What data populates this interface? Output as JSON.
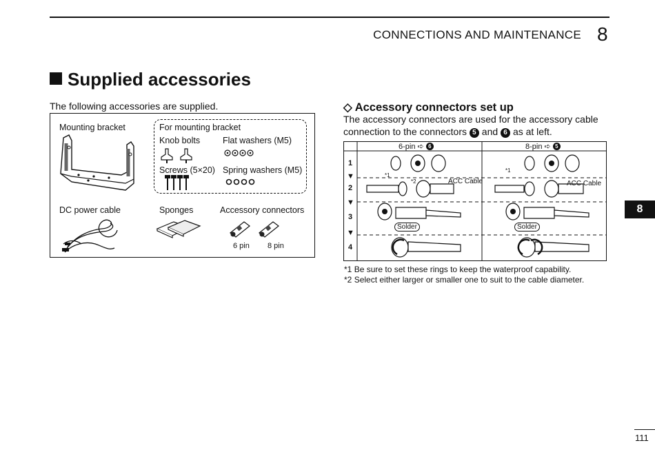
{
  "header": {
    "chapter_title": "CONNECTIONS AND MAINTENANCE",
    "chapter_number": "8"
  },
  "section": {
    "title": "Supplied accessories",
    "intro": "The following accessories are supplied."
  },
  "accessories": {
    "mounting_bracket": "Mounting bracket",
    "for_mounting_bracket": "For mounting bracket",
    "knob_bolts": "Knob bolts",
    "flat_washers": "Flat washers (M5)",
    "screws": "Screws (5×20)",
    "spring_washers": "Spring washers (M5)",
    "dc_power_cable": "DC power cable",
    "sponges": "Sponges",
    "accessory_connectors": "Accessory connectors",
    "pin6": "6 pin",
    "pin8": "8 pin"
  },
  "connector_setup": {
    "title": "Accessory connectors set up",
    "body_before": "The accessory connectors are used for the accessory cable connection to the connectors",
    "conn_a": "5",
    "body_and": "and",
    "conn_b": "6",
    "body_after": "as at left.",
    "col1_header": "6-pin ➪",
    "col1_conn": "6",
    "col2_header": "8-pin ➪",
    "col2_conn": "5",
    "steps": [
      "1",
      "2",
      "3",
      "4"
    ],
    "arrow": "▼",
    "acc_cable": "ACC Cable",
    "solder": "Solder",
    "mark1": "*1",
    "mark2": "*2"
  },
  "footnotes": {
    "note1_mark": "*1",
    "note1": "Be sure to set these rings to keep the waterproof capability.",
    "note2_mark": "*2",
    "note2": "Select either larger or smaller one to suit to the cable diameter."
  },
  "side_tab": "8",
  "page_number": "111"
}
